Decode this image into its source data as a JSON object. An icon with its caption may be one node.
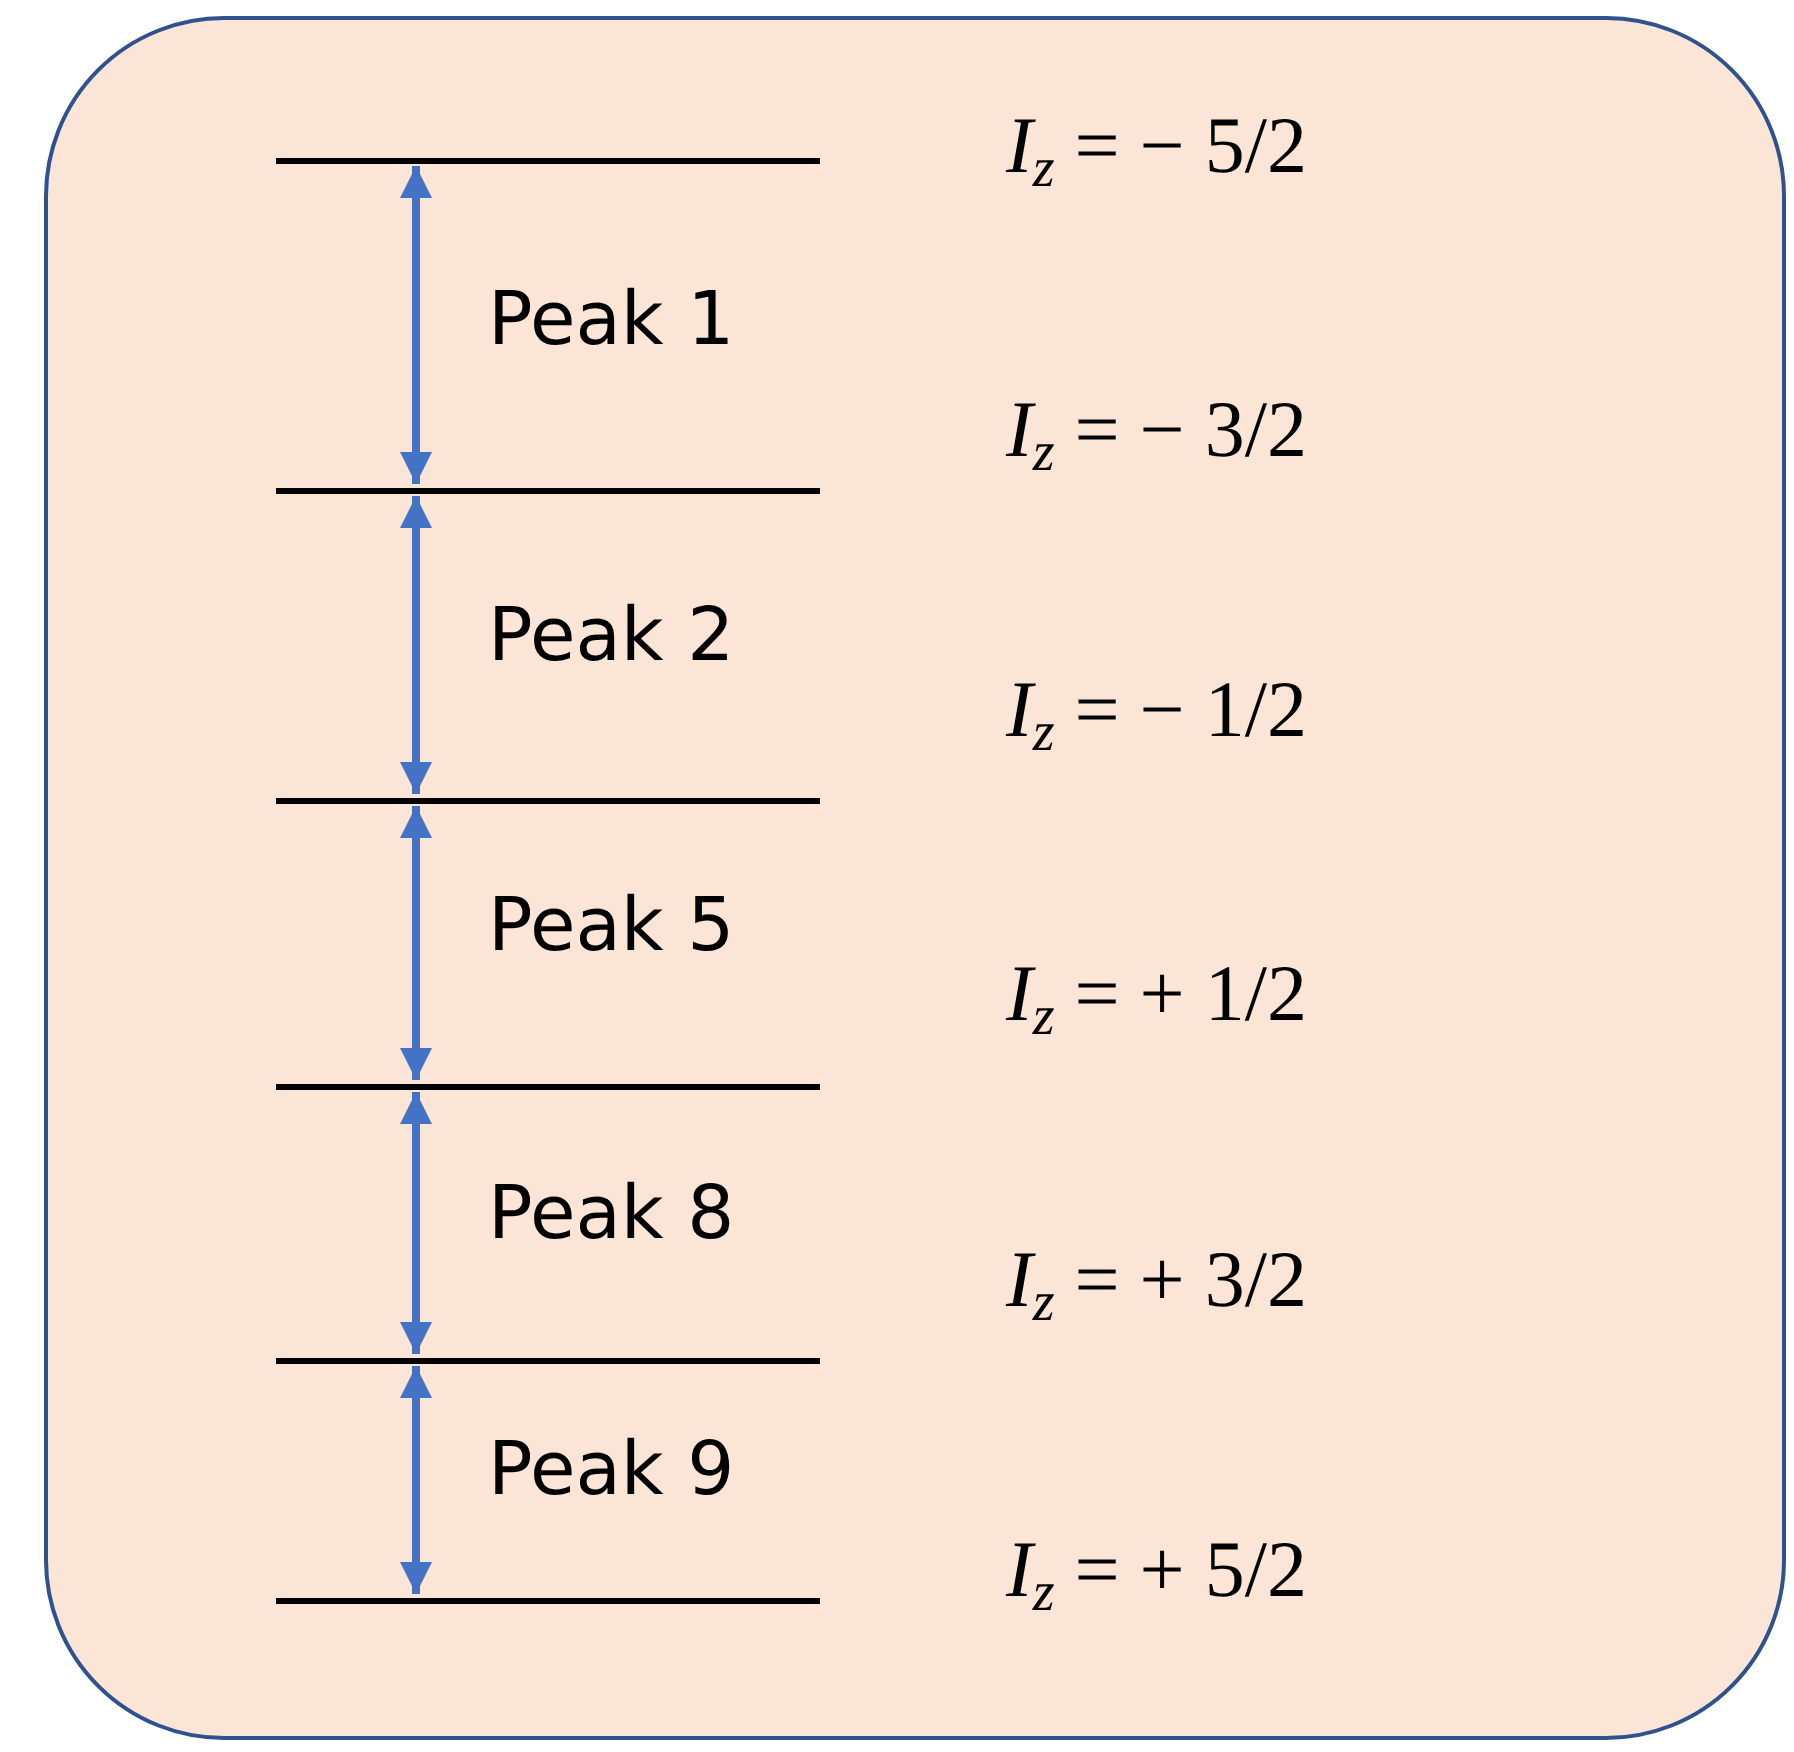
{
  "diagram": {
    "nodes": [
      {
        "text": [],
        "shape": "bar",
        "beside": [
          "*I*$_{z}$ = − 5/2"
        ]
      },
      {
        "text": [],
        "shape": "bar",
        "beside": [
          "*I*$_{z}$ = − 3/2"
        ]
      },
      {
        "text": [],
        "shape": "bar",
        "beside": [
          "*I*$_{z}$ = − 1/2"
        ]
      },
      {
        "text": [],
        "shape": "bar",
        "beside": [
          "*I*$_{z}$ = + 1/2"
        ]
      },
      {
        "text": [],
        "shape": "bar",
        "beside": [
          "*I*$_{z}$ = + 3/2"
        ]
      },
      {
        "text": [],
        "shape": "bar",
        "beside": [
          "*I*$_{z}$ = + 5/2"
        ]
      }
    ],
    "edges": [
      {
        "from": 0,
        "to": 1,
        "arrow": "both",
        "label": "Peak 1"
      },
      {
        "from": 1,
        "to": 2,
        "arrow": "both",
        "label": "Peak 2"
      },
      {
        "from": 2,
        "to": 3,
        "arrow": "both",
        "label": "Peak 5"
      },
      {
        "from": 3,
        "to": 4,
        "arrow": "both",
        "label": "Peak 8"
      },
      {
        "from": 4,
        "to": 5,
        "arrow": "both",
        "label": "Peak 9"
      }
    ]
  }
}
